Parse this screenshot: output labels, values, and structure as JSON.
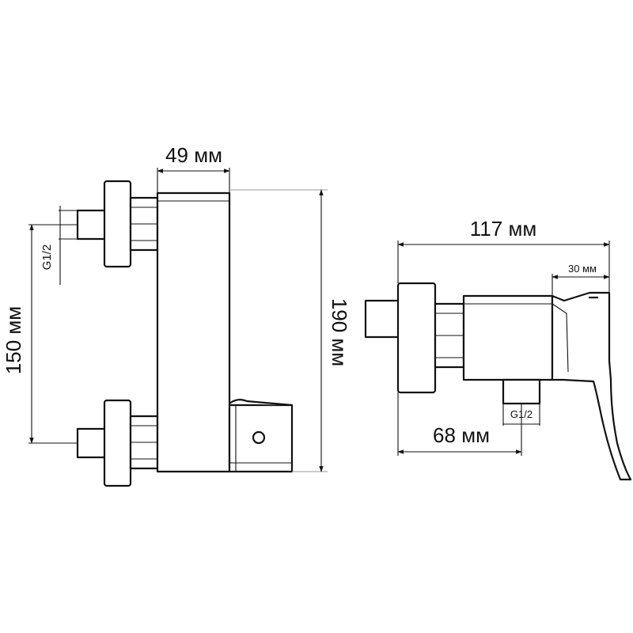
{
  "front_view": {
    "width_label": "49 мм",
    "height_label": "190 мм",
    "center_distance_label": "150 мм",
    "thread_label": "G1/2"
  },
  "side_view": {
    "depth_label": "117 мм",
    "handle_label": "30 мм",
    "outlet_offset_label": "68 мм",
    "thread_label": "G1/2"
  },
  "colors": {
    "line": "#111111",
    "extension_line": "#999999",
    "background": "#ffffff"
  }
}
